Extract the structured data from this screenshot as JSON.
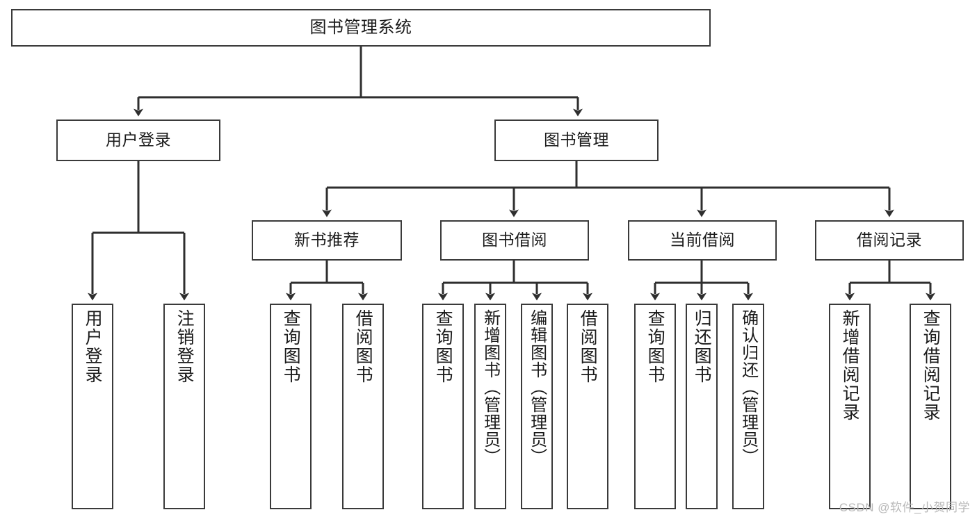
{
  "diagram": {
    "title": "图书管理系统",
    "type": "tree-hierarchy-diagram",
    "colors": {
      "box_border": "#3a3a3a",
      "box_fill": "#ffffff",
      "connector": "#2e2e2e",
      "text": "#1a1a1a",
      "watermark": "#b9b9b9",
      "background": "#ffffff"
    },
    "root": {
      "label": "图书管理系统"
    },
    "level1": [
      {
        "label": "用户登录"
      },
      {
        "label": "图书管理"
      }
    ],
    "level2": [
      {
        "label": "新书推荐"
      },
      {
        "label": "图书借阅"
      },
      {
        "label": "当前借阅"
      },
      {
        "label": "借阅记录"
      }
    ],
    "leaves": {
      "user_login": [
        {
          "label": "用户登录"
        },
        {
          "label": "注销登录"
        }
      ],
      "new_book_recommend": [
        {
          "label": "查询图书"
        },
        {
          "label": "借阅图书"
        }
      ],
      "book_borrow": [
        {
          "label": "查询图书"
        },
        {
          "label": "新增图书（管理员）"
        },
        {
          "label": "编辑图书（管理员）"
        },
        {
          "label": "借阅图书"
        }
      ],
      "current_borrow": [
        {
          "label": "查询图书"
        },
        {
          "label": "归还图书"
        },
        {
          "label": "确认归还（管理员）"
        }
      ],
      "borrow_record": [
        {
          "label": "新增借阅记录"
        },
        {
          "label": "查询借阅记录"
        }
      ]
    }
  },
  "watermark": {
    "text": "CSDN @软件_小贺同学"
  }
}
